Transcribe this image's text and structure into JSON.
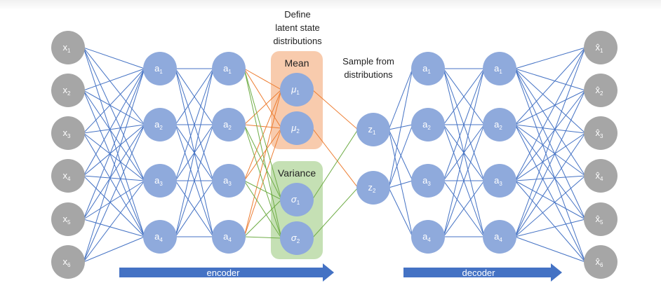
{
  "captions": {
    "define": [
      "Define",
      "latent state",
      "distributions"
    ],
    "sample": [
      "Sample from",
      "distributions"
    ]
  },
  "boxes": {
    "mean_title": "Mean",
    "variance_title": "Variance"
  },
  "arrows": {
    "encoder": "encoder",
    "decoder": "decoder"
  },
  "layers": {
    "input": [
      [
        "x",
        "1"
      ],
      [
        "x",
        "2"
      ],
      [
        "x",
        "3"
      ],
      [
        "x",
        "4"
      ],
      [
        "x",
        "5"
      ],
      [
        "x",
        "6"
      ]
    ],
    "enc1": [
      [
        "a",
        "1"
      ],
      [
        "a",
        "2"
      ],
      [
        "a",
        "3"
      ],
      [
        "a",
        "4"
      ]
    ],
    "enc2": [
      [
        "a",
        "1"
      ],
      [
        "a",
        "2"
      ],
      [
        "a",
        "3"
      ],
      [
        "a",
        "4"
      ]
    ],
    "mu": [
      [
        "μ",
        "1"
      ],
      [
        "μ",
        "2"
      ]
    ],
    "sigma": [
      [
        "σ",
        "1"
      ],
      [
        "σ",
        "2"
      ]
    ],
    "z": [
      [
        "z",
        "1"
      ],
      [
        "z",
        "2"
      ]
    ],
    "dec1": [
      [
        "a",
        "1"
      ],
      [
        "a",
        "2"
      ],
      [
        "a",
        "3"
      ],
      [
        "a",
        "4"
      ]
    ],
    "dec2": [
      [
        "a",
        "1"
      ],
      [
        "a",
        "2"
      ],
      [
        "a",
        "3"
      ],
      [
        "a",
        "4"
      ]
    ],
    "output": [
      [
        "x̂",
        "1"
      ],
      [
        "x̂",
        "2"
      ],
      [
        "x̂",
        "3"
      ],
      [
        "x̂",
        "4"
      ],
      [
        "x̂",
        "5"
      ],
      [
        "x̂",
        "6"
      ]
    ]
  },
  "colors": {
    "gray_node": "#a6a6a6",
    "blue_node": "#8faadc",
    "blue_edge": "#4472c4",
    "orange_edge": "#ed7d31",
    "green_edge": "#70ad47",
    "mean_box": "#f8cbad",
    "variance_box": "#c5e0b4",
    "arrow": "#4472c4"
  }
}
